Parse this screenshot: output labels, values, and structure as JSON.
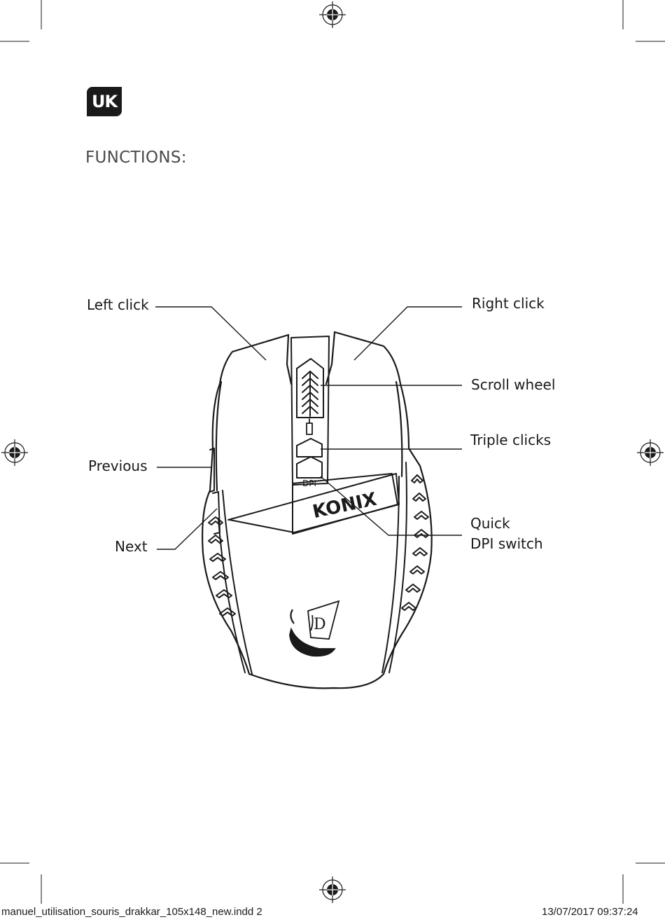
{
  "header": {
    "lang_badge": "UK",
    "title": "FUNCTIONS:"
  },
  "mouse": {
    "brand_logo": "KONIX",
    "dpi_label": "DPI"
  },
  "callouts": {
    "left_click": "Left click",
    "right_click": "Right click",
    "scroll_wheel": "Scroll wheel",
    "triple_clicks": "Triple clicks",
    "previous": "Previous",
    "quick_dpi_line1": "Quick",
    "quick_dpi_line2": "DPI switch",
    "next": "Next"
  },
  "footer": {
    "filename": "manuel_utilisation_souris_drakkar_105x148_new.indd   2",
    "timestamp": "13/07/2017   09:37:24"
  },
  "icons": [
    "registration-mark-icon",
    "drakkar-ship-logo-icon",
    "chevron-up-icon"
  ]
}
